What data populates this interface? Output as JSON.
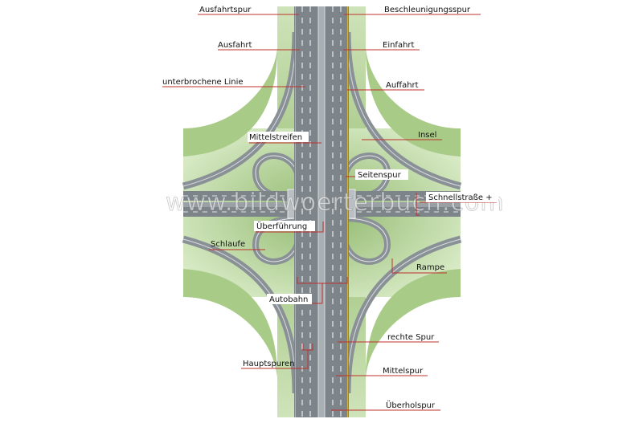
{
  "diagram": {
    "labels": {
      "ausfahrtspur": "Ausfahrtspur",
      "beschleunigungsspur": "Beschleunigungsspur",
      "ausfahrt": "Ausfahrt",
      "einfahrt": "Einfahrt",
      "unterbrochene_linie": "unterbrochene Linie",
      "auffahrt": "Auffahrt",
      "insel": "Insel",
      "mittelstreifen": "Mittelstreifen",
      "seitenspur": "Seitenspur",
      "schnellstrasse": "Schnellstraße +",
      "ueberfuehrung": "Überführung",
      "schlaufe": "Schlaufe",
      "rampe": "Rampe",
      "autobahn": "Autobahn",
      "rechte_spur": "rechte Spur",
      "hauptspuren": "Hauptspuren",
      "mittelspur": "Mittelspur",
      "ueberholspur": "Überholspur"
    },
    "watermark": "www.bildwoerterbuch.com",
    "colors": {
      "grass": "#9cc27a",
      "grass_light": "#c8dfb0",
      "asphalt": "#7d858b",
      "lane_mark": "#ffffff",
      "edge_line": "#d4b13a",
      "leader": "#c0312b"
    }
  }
}
